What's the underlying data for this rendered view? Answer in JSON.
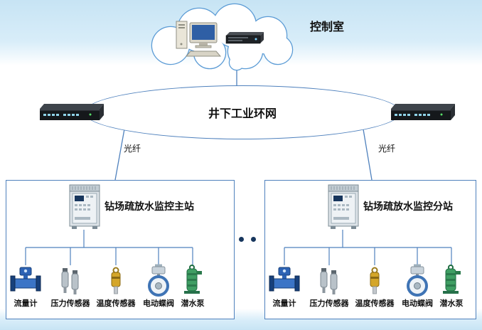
{
  "labels": {
    "control_room": "控制室",
    "ring_network": "井下工业环网",
    "fiber_left": "光纤",
    "fiber_right": "光纤"
  },
  "stations": [
    {
      "name": "钻场疏放水监控主站",
      "devices": [
        {
          "label": "流量计",
          "icon": "flow-meter-icon"
        },
        {
          "label": "压力传感器",
          "icon": "pressure-sensor-icon"
        },
        {
          "label": "温度传感器",
          "icon": "temperature-sensor-icon"
        },
        {
          "label": "电动蝶阀",
          "icon": "butterfly-valve-icon"
        },
        {
          "label": "潜水泵",
          "icon": "submersible-pump-icon"
        }
      ]
    },
    {
      "name": "钻场疏放水监控分站",
      "devices": [
        {
          "label": "流量计",
          "icon": "flow-meter-icon"
        },
        {
          "label": "压力传感器",
          "icon": "pressure-sensor-icon"
        },
        {
          "label": "温度传感器",
          "icon": "temperature-sensor-icon"
        },
        {
          "label": "电动蝶阀",
          "icon": "butterfly-valve-icon"
        },
        {
          "label": "潜水泵",
          "icon": "submersible-pump-icon"
        }
      ]
    }
  ],
  "colors": {
    "line_blue": "#4f81bd",
    "band_blue": "#c7e4f4",
    "box_border": "#4f81bd",
    "cloud_outline": "#5b9bd5"
  }
}
